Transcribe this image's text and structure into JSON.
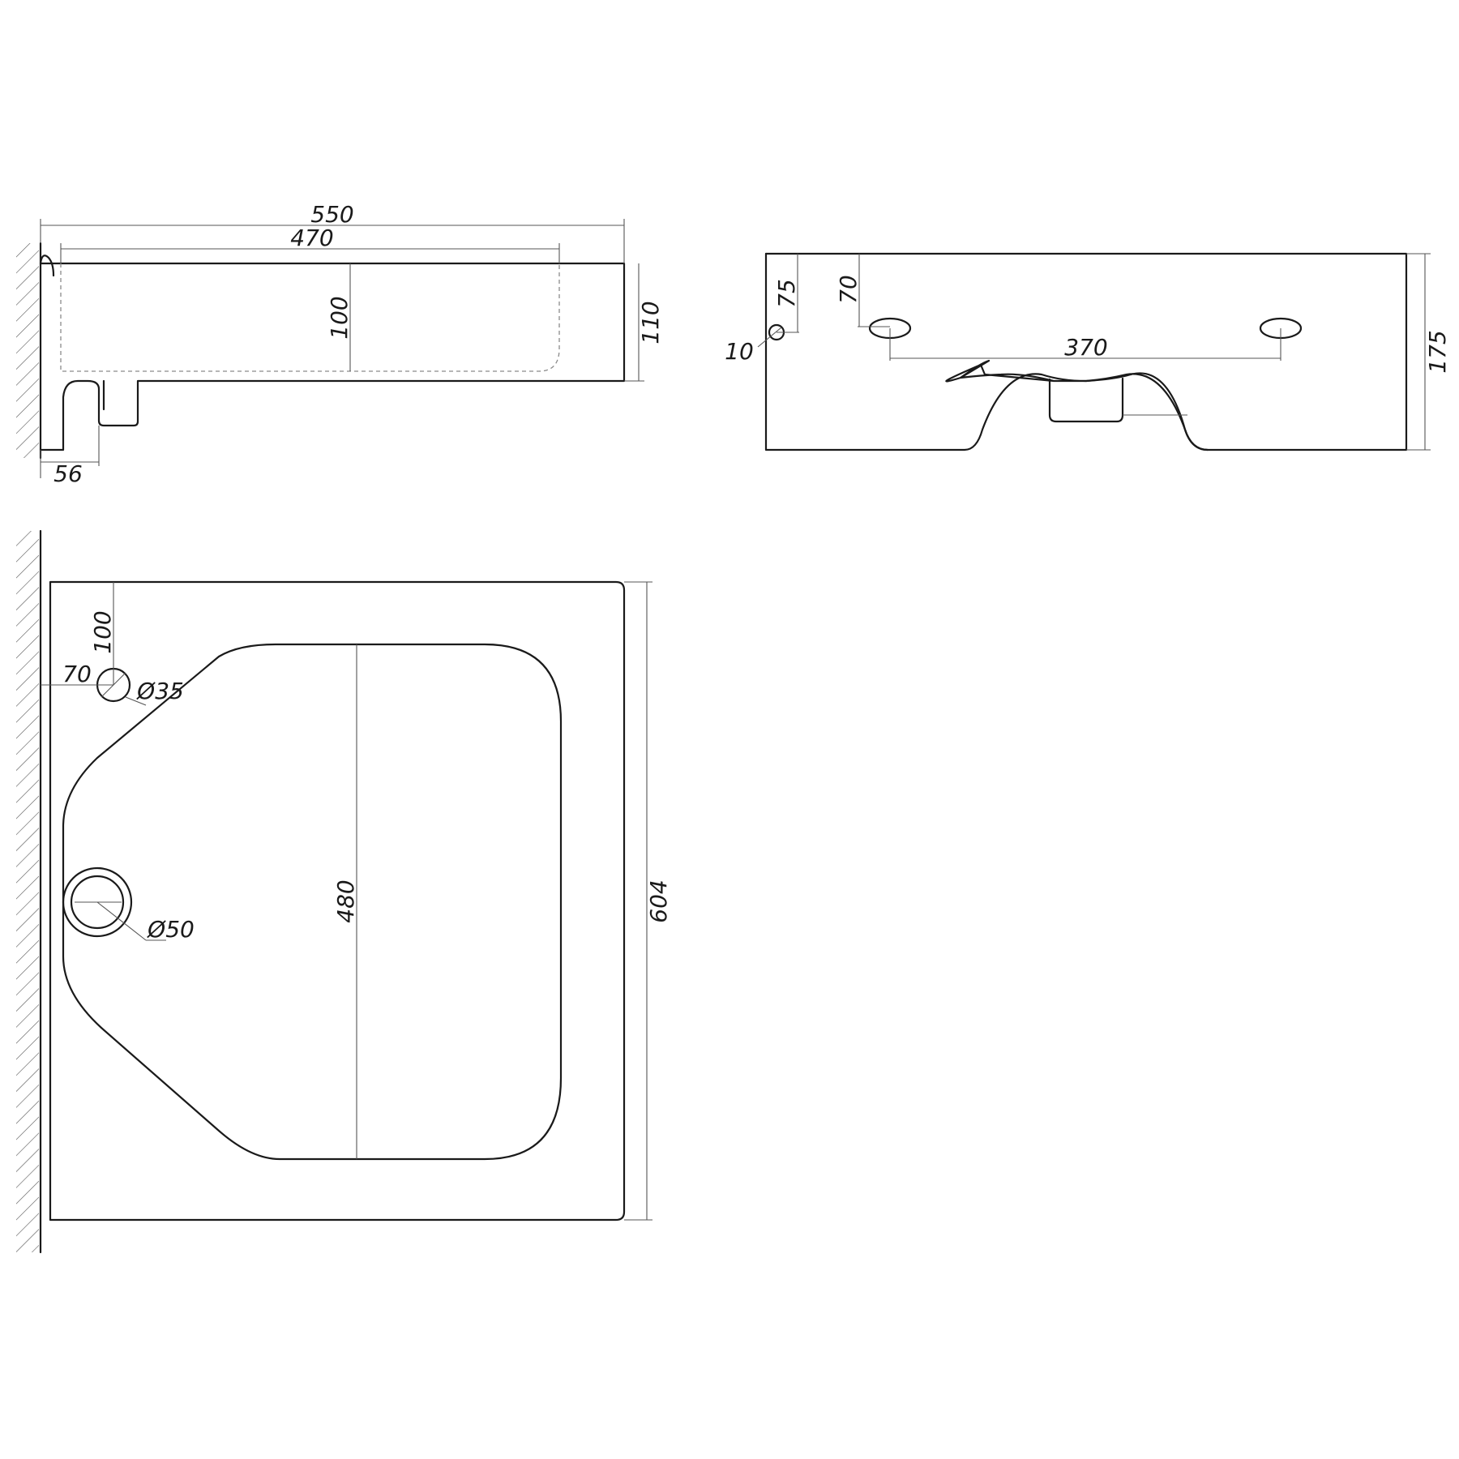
{
  "side_view": {
    "overall_width": "550",
    "bowl_width": "470",
    "bowl_depth": "100",
    "total_height": "110",
    "bracket_offset": "56"
  },
  "front_view": {
    "diameter_hole_size": "10",
    "hole_offset_75": "75",
    "hole_offset_70": "70",
    "hole_spacing": "370",
    "height": "175"
  },
  "top_view": {
    "hole_from_top": "100",
    "hole_from_wall": "70",
    "small_hole_diameter": "Ø35",
    "drain_diameter": "Ø50",
    "bowl_length": "480",
    "overall_depth": "604"
  }
}
